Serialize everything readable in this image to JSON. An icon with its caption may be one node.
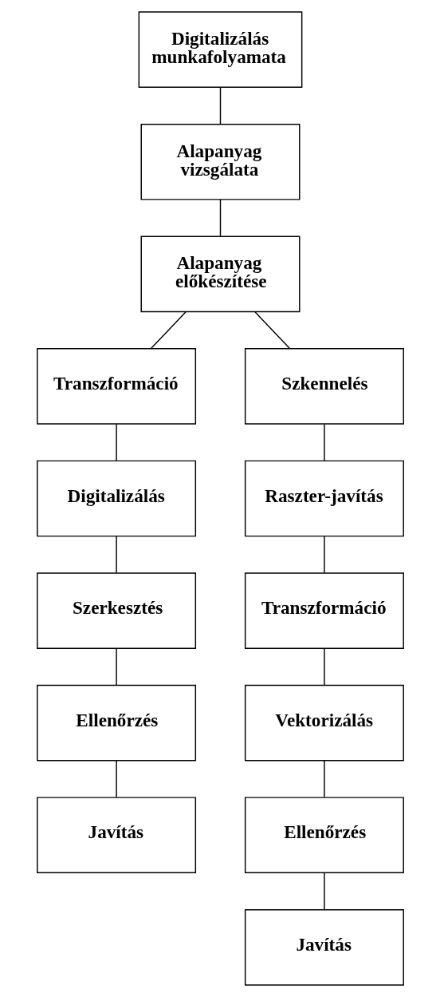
{
  "diagram": {
    "nodes": [
      {
        "text": [
          "Digitalizálás munkafolyamata"
        ]
      },
      {
        "text": [
          "Alapanyag vizsgálata"
        ]
      },
      {
        "text": [
          "Alapanyag előkészítése"
        ]
      },
      {
        "text": [
          "Transzformáció"
        ]
      },
      {
        "text": [
          "Szkennelés"
        ]
      },
      {
        "text": [
          "Digitalizálás"
        ]
      },
      {
        "text": [
          "Raszter-javítás"
        ]
      },
      {
        "text": [
          "Szerkesztés"
        ]
      },
      {
        "text": [
          "Transzformáció"
        ]
      },
      {
        "text": [
          "Ellenőrzés"
        ]
      },
      {
        "text": [
          "Vektorizálás"
        ]
      },
      {
        "text": [
          "Javítás"
        ]
      },
      {
        "text": [
          "Ellenőrzés"
        ]
      },
      {
        "text": [
          "Javítás"
        ]
      }
    ],
    "edges": [
      {
        "from": 0,
        "to": 1,
        "arrow": "none"
      },
      {
        "from": 1,
        "to": 2,
        "arrow": "none"
      },
      {
        "from": 2,
        "to": 3,
        "arrow": "none"
      },
      {
        "from": 2,
        "to": 4,
        "arrow": "none"
      },
      {
        "from": 3,
        "to": 5,
        "arrow": "none"
      },
      {
        "from": 5,
        "to": 7,
        "arrow": "none"
      },
      {
        "from": 7,
        "to": 9,
        "arrow": "none"
      },
      {
        "from": 9,
        "to": 11,
        "arrow": "none"
      },
      {
        "from": 4,
        "to": 6,
        "arrow": "none"
      },
      {
        "from": 6,
        "to": 8,
        "arrow": "none"
      },
      {
        "from": 8,
        "to": 10,
        "arrow": "none"
      },
      {
        "from": 10,
        "to": 12,
        "arrow": "none"
      },
      {
        "from": 12,
        "to": 13,
        "arrow": "none"
      }
    ]
  }
}
